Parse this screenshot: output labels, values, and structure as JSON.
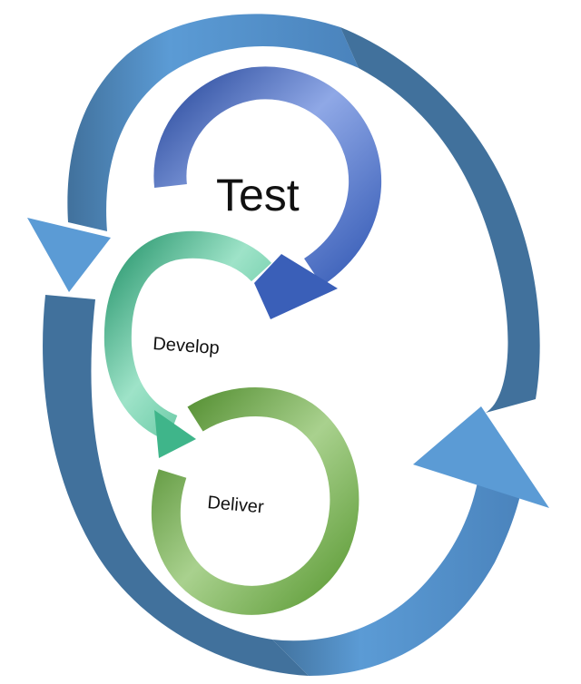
{
  "stages": {
    "test": {
      "label": "Test"
    },
    "develop": {
      "label": "Develop"
    },
    "deliver": {
      "label": "Deliver"
    }
  },
  "colors": {
    "outer_light": "#5B9BD5",
    "outer_dark": "#41719C",
    "test_light": "#8FA8E6",
    "test_mid": "#4472C4",
    "test_dark": "#2F4FA0",
    "develop_light": "#9EE3C8",
    "develop_mid": "#4CC29A",
    "develop_dark": "#2E9A72",
    "deliver_light": "#A9D18E",
    "deliver_mid": "#70AD47",
    "deliver_dark": "#4E8A2B"
  }
}
